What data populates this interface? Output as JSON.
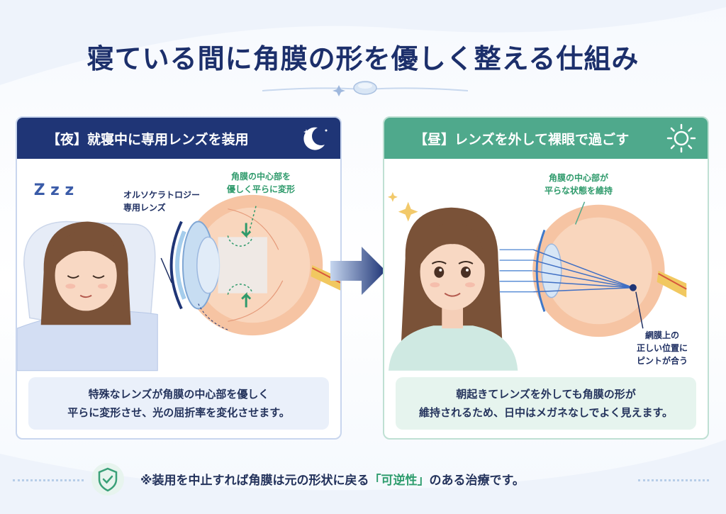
{
  "title": "寝ている間に角膜の形を優しく整える仕組み",
  "night": {
    "header": "【夜】就寝中に専用レンズを装用",
    "lens_label_line1": "オルソケラトロジー",
    "lens_label_line2": "専用レンズ",
    "cornea_label_line1": "角膜の中心部を",
    "cornea_label_line2": "優しく平らに変形",
    "caption_line1": "特殊なレンズが角膜の中心部を優しく",
    "caption_line2": "平らに変形させ、光の屈折率を変化させます。"
  },
  "day": {
    "header": "【昼】レンズを外して裸眼で過ごす",
    "cornea_label_line1": "角膜の中心部が",
    "cornea_label_line2": "平らな状態を維持",
    "retina_label_line1": "網膜上の",
    "retina_label_line2": "正しい位置に",
    "retina_label_line3": "ピントが合う",
    "caption_line1": "朝起きてレンズを外しても角膜の形が",
    "caption_line2": "維持されるため、日中はメガネなしでよく見えます。"
  },
  "footer": {
    "note_prefix": "※装用を中止すれば角膜は元の形状に戻る",
    "note_emph": "「可逆性」",
    "note_suffix": "のある治療です。"
  },
  "sleep_zzz": "Z z z",
  "icons": [
    "moon-icon",
    "sun-icon",
    "shield-check-icon",
    "sparkle-icon",
    "contact-lens-icon",
    "arrow-right-icon"
  ],
  "colors": {
    "navy": "#1f3576",
    "green": "#4fa98c",
    "accent_green": "#2e9a6b",
    "text": "#24335c"
  }
}
